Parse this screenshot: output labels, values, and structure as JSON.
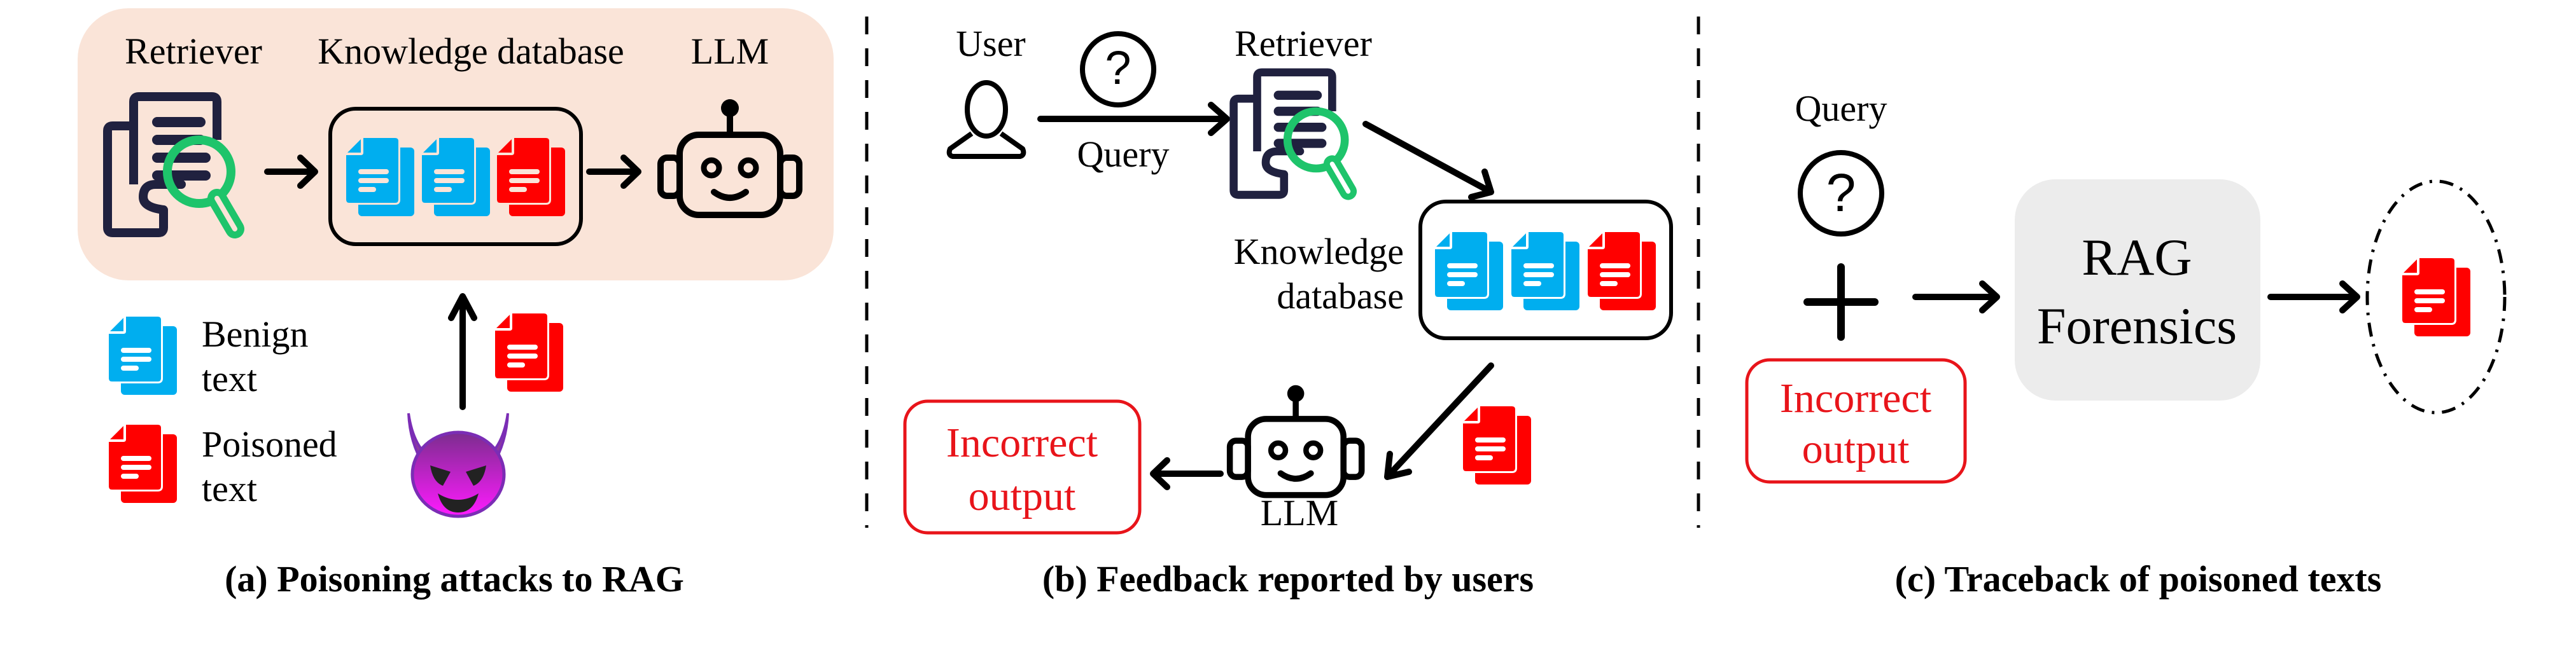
{
  "colors": {
    "peach_bg": "#fae4d8",
    "benign_doc": "#00aeef",
    "poisoned_doc": "#ff0000",
    "retriever_navy": "#20213f",
    "magnifier_green": "#1ec46b",
    "incorrect_red": "#e8141a",
    "forensics_gray": "#ececec",
    "devil_purple_top": "#7b2d8e",
    "devil_purple_bottom": "#ff1aff"
  },
  "panel_a": {
    "retriever_label": "Retriever",
    "kb_label": "Knowledge database",
    "llm_label": "LLM",
    "legend": [
      {
        "line1": "Benign",
        "line2": "text",
        "type": "benign"
      },
      {
        "line1": "Poisoned",
        "line2": "text",
        "type": "poisoned"
      }
    ],
    "attacker_icon": "smiling-devil-icon",
    "caption": "(a) Poisoning attacks to RAG"
  },
  "panel_b": {
    "user_label": "User",
    "query_label": "Query",
    "retriever_label": "Retriever",
    "kb_label_line1": "Knowledge",
    "kb_label_line2": "database",
    "llm_label": "LLM",
    "output_line1": "Incorrect",
    "output_line2": "output",
    "caption": "(b) Feedback reported by users"
  },
  "panel_c": {
    "query_label": "Query",
    "plus_symbol": "+",
    "output_line1": "Incorrect",
    "output_line2": "output",
    "forensics_line1": "RAG",
    "forensics_line2": "Forensics",
    "caption": "(c) Traceback of poisoned texts"
  }
}
